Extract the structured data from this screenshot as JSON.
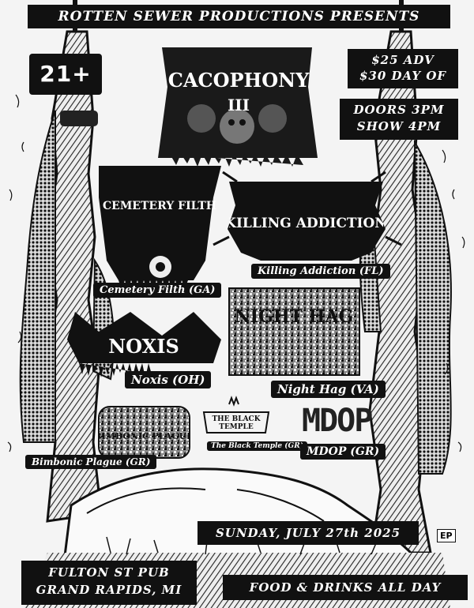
{
  "header": {
    "presents": "ROTTEN SEWER PRODUCTIONS PRESENTS"
  },
  "age": {
    "label": "21+"
  },
  "pricing": {
    "advance": "$25 ADV",
    "day_of": "$30 DAY OF"
  },
  "times": {
    "doors": "DOORS 3PM",
    "show": "SHOW 4PM"
  },
  "headliner": {
    "logo_text": "CACOPHONY",
    "logo_numeral": "III"
  },
  "bands": [
    {
      "logo": "CEMETERY FILTH",
      "label": "Cemetery Filth (GA)"
    },
    {
      "logo": "KILLING ADDICTION",
      "label": "Killing Addiction (FL)"
    },
    {
      "logo": "NOXIS",
      "label": "Noxis (OH)"
    },
    {
      "logo": "NIGHT HAG",
      "label": "Night Hag (VA)"
    },
    {
      "logo": "BIMBONIC PLAGUE",
      "label": "Bimbonic Plague (GR)"
    },
    {
      "logo": "THE BLACK TEMPLE",
      "label": "The Black Temple (GR)"
    },
    {
      "logo": "MDOP",
      "label": "MDOP (GR)"
    }
  ],
  "date": {
    "label": "SUNDAY, JULY 27th 2025"
  },
  "venue": {
    "name": "FULTON ST PUB",
    "city": "GRAND RAPIDS, MI"
  },
  "amenities": {
    "label": "FOOD & DRINKS ALL DAY"
  },
  "signature": {
    "initials": "EP"
  }
}
